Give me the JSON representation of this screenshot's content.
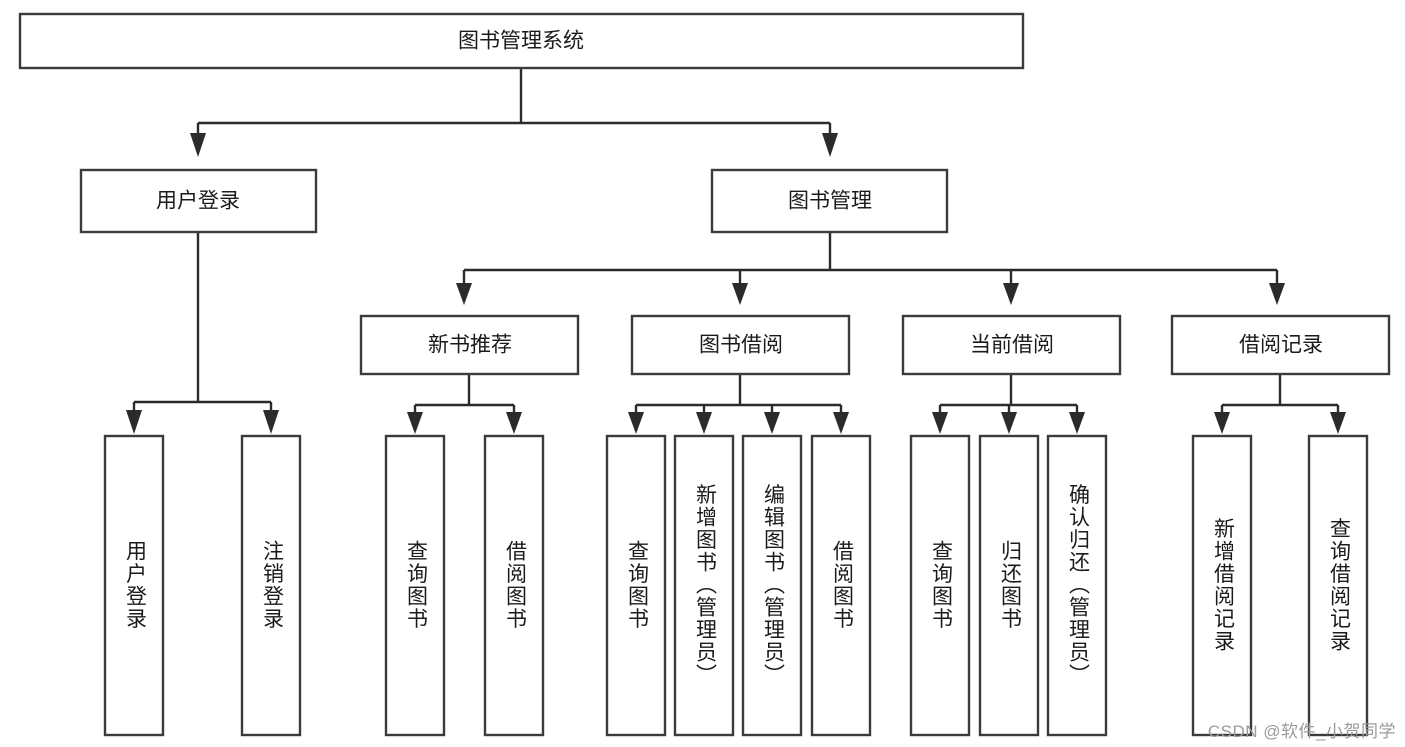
{
  "diagram": {
    "type": "tree-hierarchy",
    "title": "图书管理系统",
    "watermark": "CSDN @软件_小贺同学",
    "colors": {
      "box_stroke": "#3b3b3b",
      "box_fill": "#ffffff",
      "connector": "#2b2b2b",
      "label_text": "#1b1b1b",
      "watermark_text": "#9a9a9a",
      "background": "#ffffff"
    },
    "levels": {
      "root": {
        "label": "图书管理系统"
      },
      "level2": [
        {
          "id": "user-login",
          "label": "用户登录"
        },
        {
          "id": "book-management",
          "label": "图书管理"
        }
      ],
      "level3": [
        {
          "id": "new-book-recommend",
          "label": "新书推荐",
          "parent": "book-management"
        },
        {
          "id": "book-borrow",
          "label": "图书借阅",
          "parent": "book-management"
        },
        {
          "id": "current-borrow",
          "label": "当前借阅",
          "parent": "book-management"
        },
        {
          "id": "borrow-record",
          "label": "借阅记录",
          "parent": "book-management"
        }
      ],
      "leaves": {
        "user-login": [
          {
            "id": "leaf-user-login",
            "label": "用户登录"
          },
          {
            "id": "leaf-user-logout",
            "label": "注销登录"
          }
        ],
        "new-book-recommend": [
          {
            "id": "leaf-query-book-1",
            "label": "查询图书"
          },
          {
            "id": "leaf-borrow-book-1",
            "label": "借阅图书"
          }
        ],
        "book-borrow": [
          {
            "id": "leaf-query-book-2",
            "label": "查询图书"
          },
          {
            "id": "leaf-add-book",
            "label": "新增图书（管理员）"
          },
          {
            "id": "leaf-edit-book",
            "label": "编辑图书（管理员）"
          },
          {
            "id": "leaf-borrow-book-2",
            "label": "借阅图书"
          }
        ],
        "current-borrow": [
          {
            "id": "leaf-query-book-3",
            "label": "查询图书"
          },
          {
            "id": "leaf-return-book",
            "label": "归还图书"
          },
          {
            "id": "leaf-confirm-return",
            "label": "确认归还（管理员）"
          }
        ],
        "borrow-record": [
          {
            "id": "leaf-add-record",
            "label": "新增借阅记录"
          },
          {
            "id": "leaf-query-record",
            "label": "查询借阅记录"
          }
        ]
      }
    }
  }
}
